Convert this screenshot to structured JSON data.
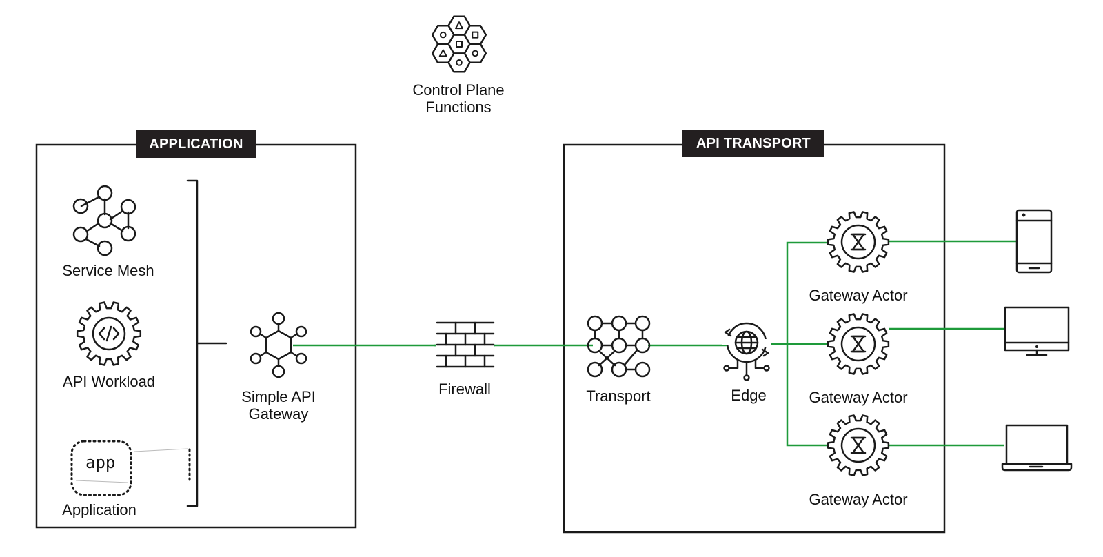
{
  "sections": {
    "application": {
      "title": "APPLICATION"
    },
    "api_transport": {
      "title": "API TRANSPORT"
    }
  },
  "nodes": {
    "control_plane": {
      "label_line1": "Control Plane",
      "label_line2": "Functions",
      "icon": "hexagon-cluster-icon"
    },
    "service_mesh": {
      "label": "Service Mesh",
      "icon": "mesh-network-icon"
    },
    "api_workload": {
      "label": "API Workload",
      "icon": "gear-code-icon"
    },
    "application": {
      "label": "Application",
      "badge": "app",
      "icon": "app-badge-icon"
    },
    "simple_api_gateway": {
      "label_line1": "Simple API",
      "label_line2": "Gateway",
      "icon": "hexagon-hub-icon"
    },
    "firewall": {
      "label": "Firewall",
      "icon": "brick-wall-icon"
    },
    "transport": {
      "label": "Transport",
      "icon": "node-graph-icon"
    },
    "edge": {
      "label": "Edge",
      "icon": "globe-cycle-icon"
    },
    "gateway_actors": [
      {
        "label": "Gateway Actor",
        "icon": "gear-hourglass-icon",
        "client_icon": "phone-icon"
      },
      {
        "label": "Gateway Actor",
        "icon": "gear-hourglass-icon",
        "client_icon": "monitor-icon"
      },
      {
        "label": "Gateway Actor",
        "icon": "gear-hourglass-icon",
        "client_icon": "laptop-icon"
      }
    ]
  },
  "colors": {
    "connector": "#1e9a3a",
    "tag_background": "#231f20",
    "stroke": "#1a1a1a"
  }
}
